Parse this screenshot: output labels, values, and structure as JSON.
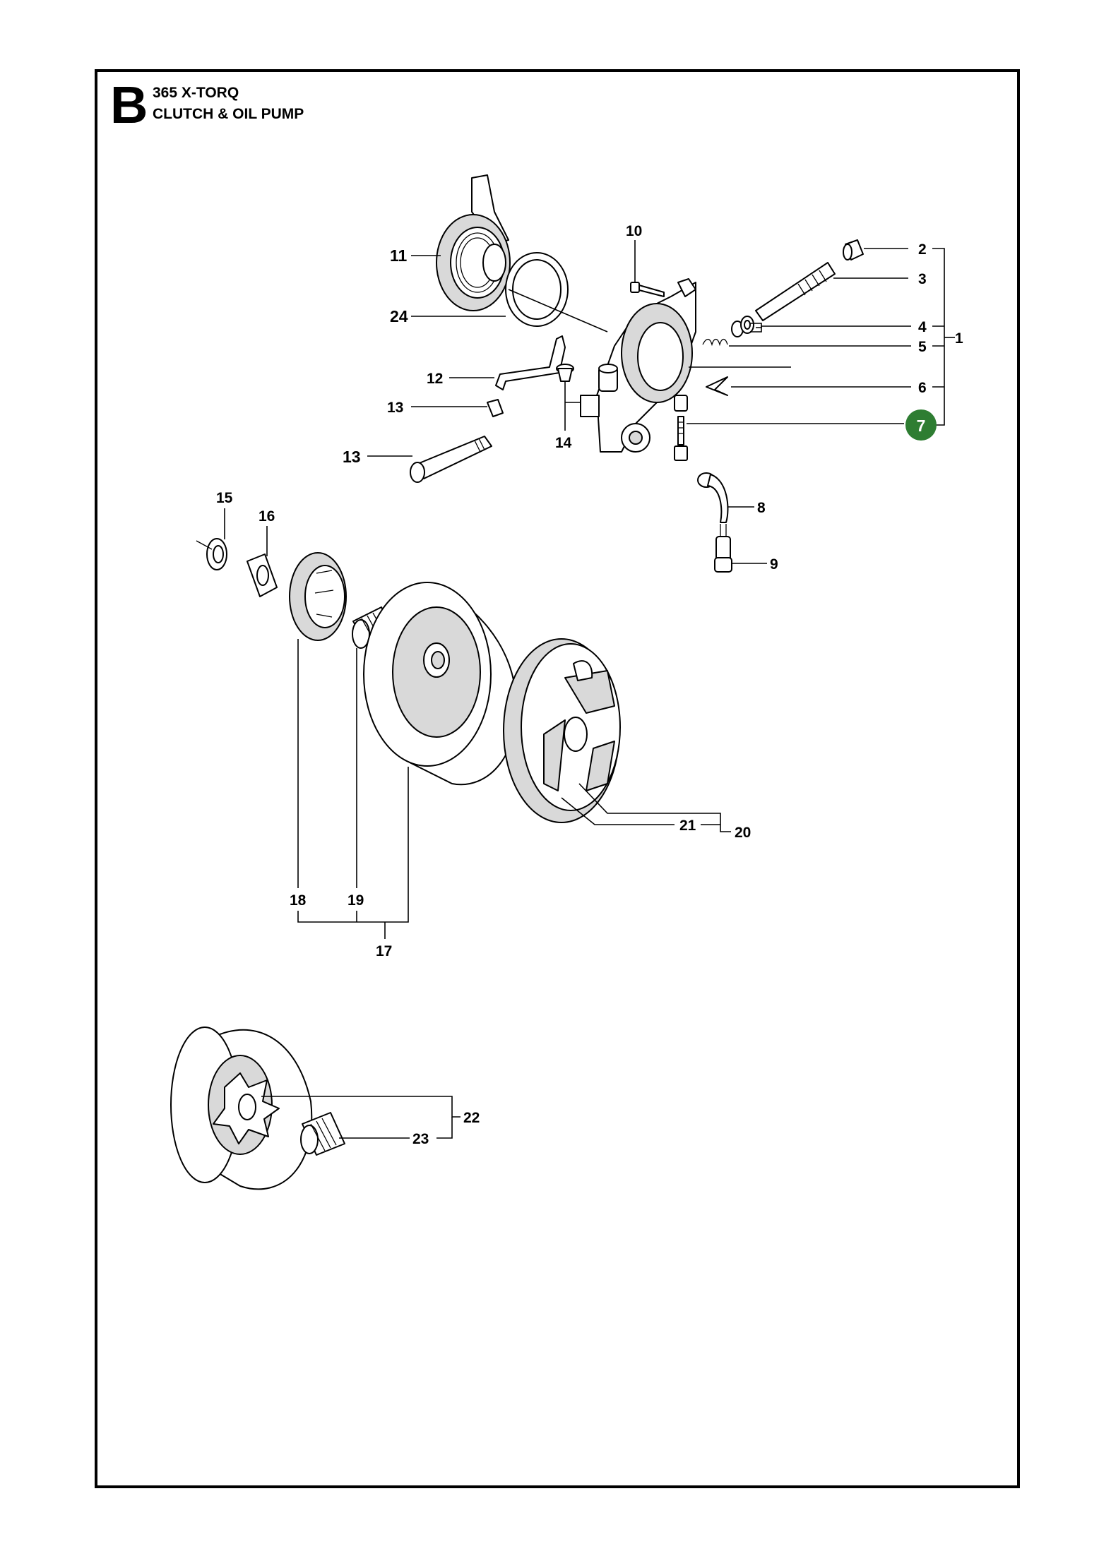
{
  "header": {
    "section_letter": "B",
    "model": "365 X-TORQ",
    "assembly": "CLUTCH & OIL PUMP"
  },
  "labels": {
    "p1": "1",
    "p2": "2",
    "p3": "3",
    "p4": "4",
    "p5": "5",
    "p6": "6",
    "p7": "7",
    "p8": "8",
    "p9": "9",
    "p10": "10",
    "p11": "11",
    "p12": "12",
    "p13a": "13",
    "p13b": "13",
    "p14": "14",
    "p15": "15",
    "p16": "16",
    "p17": "17",
    "p18": "18",
    "p19": "19",
    "p20": "20",
    "p21": "21",
    "p22": "22",
    "p23": "23",
    "p24": "24"
  },
  "highlight": {
    "label": "p7",
    "color": "#2e7d32"
  }
}
